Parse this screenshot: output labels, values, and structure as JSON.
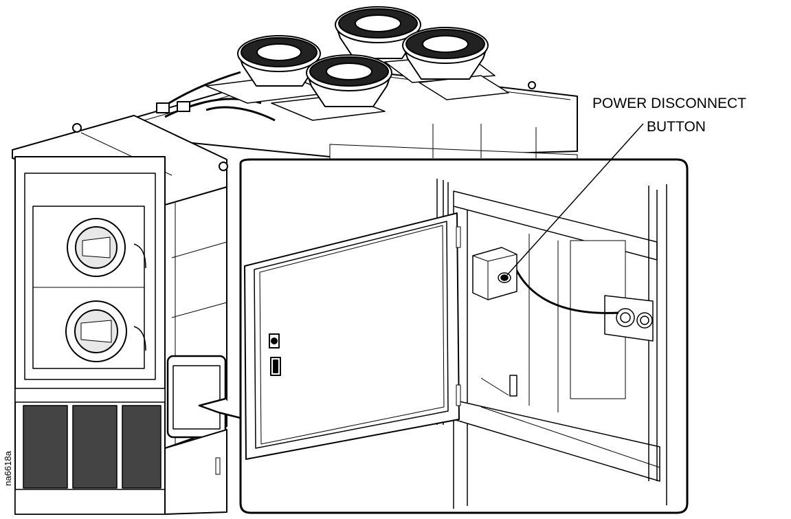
{
  "callout": {
    "line1": "POWER DISCONNECT",
    "line2": "BUTTON"
  },
  "figure_id": "na6618a"
}
